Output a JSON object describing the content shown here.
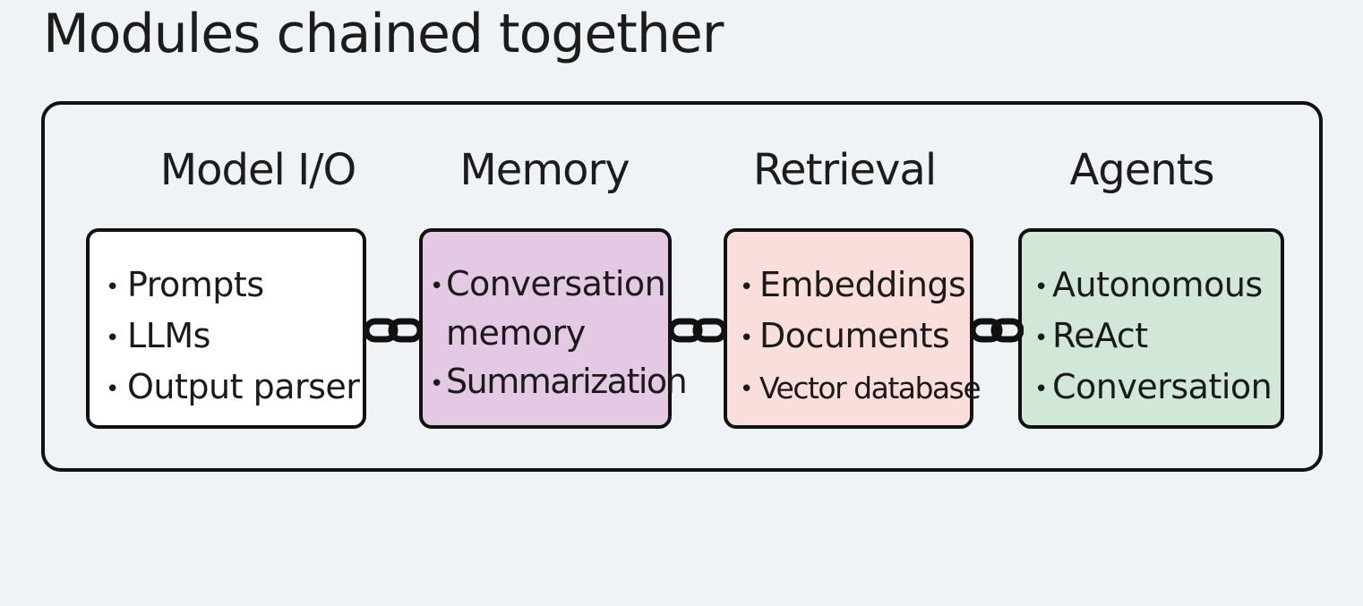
{
  "title": "Modules chained together",
  "modules": [
    {
      "header": "Model I/O",
      "fill": "#ffffff",
      "items": [
        "Prompts",
        "LLMs",
        "Output parser"
      ]
    },
    {
      "header": "Memory",
      "fill": "#e4c9e4",
      "items": [
        "Conversation",
        "memory",
        "Summarization"
      ]
    },
    {
      "header": "Retrieval",
      "fill": "#f9dedc",
      "items": [
        "Embeddings",
        "Documents",
        "Vector database"
      ]
    },
    {
      "header": "Agents",
      "fill": "#d1e8d9",
      "items": [
        "Autonomous",
        "ReAct",
        "Conversation"
      ]
    }
  ],
  "connector_icon": "chain-link-icon"
}
